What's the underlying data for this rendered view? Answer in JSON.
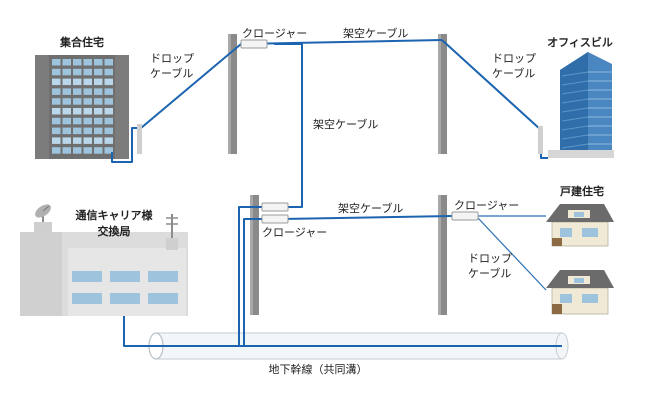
{
  "colors": {
    "cable": "#1c64b0",
    "pole": "#8a8a8a",
    "building": "#c8c8c8",
    "window": "#9ec4dd",
    "roof": "#6b6b6b",
    "tunnel": "#f2f6f8"
  },
  "icons": {
    "apartment": "apartment-building-icon",
    "office": "office-tower-icon",
    "carrier": "carrier-exchange-building-icon",
    "house": "house-icon",
    "pole": "utility-pole-icon",
    "closure": "cable-closure-icon",
    "tunnel": "utility-tunnel-pipe-icon",
    "dish": "satellite-dish-icon",
    "antenna": "antenna-tower-icon"
  },
  "labels": {
    "apartment": "集合住宅",
    "office": "オフィスビル",
    "house": "戸建住宅",
    "carrier_line1": "通信キャリア様",
    "carrier_line2": "交換局",
    "drop_line1": "ドロップ",
    "drop_line2": "ケーブル",
    "aerial": "架空ケーブル",
    "closure": "クロージャー",
    "underground": "地下幹線（共同溝）"
  }
}
